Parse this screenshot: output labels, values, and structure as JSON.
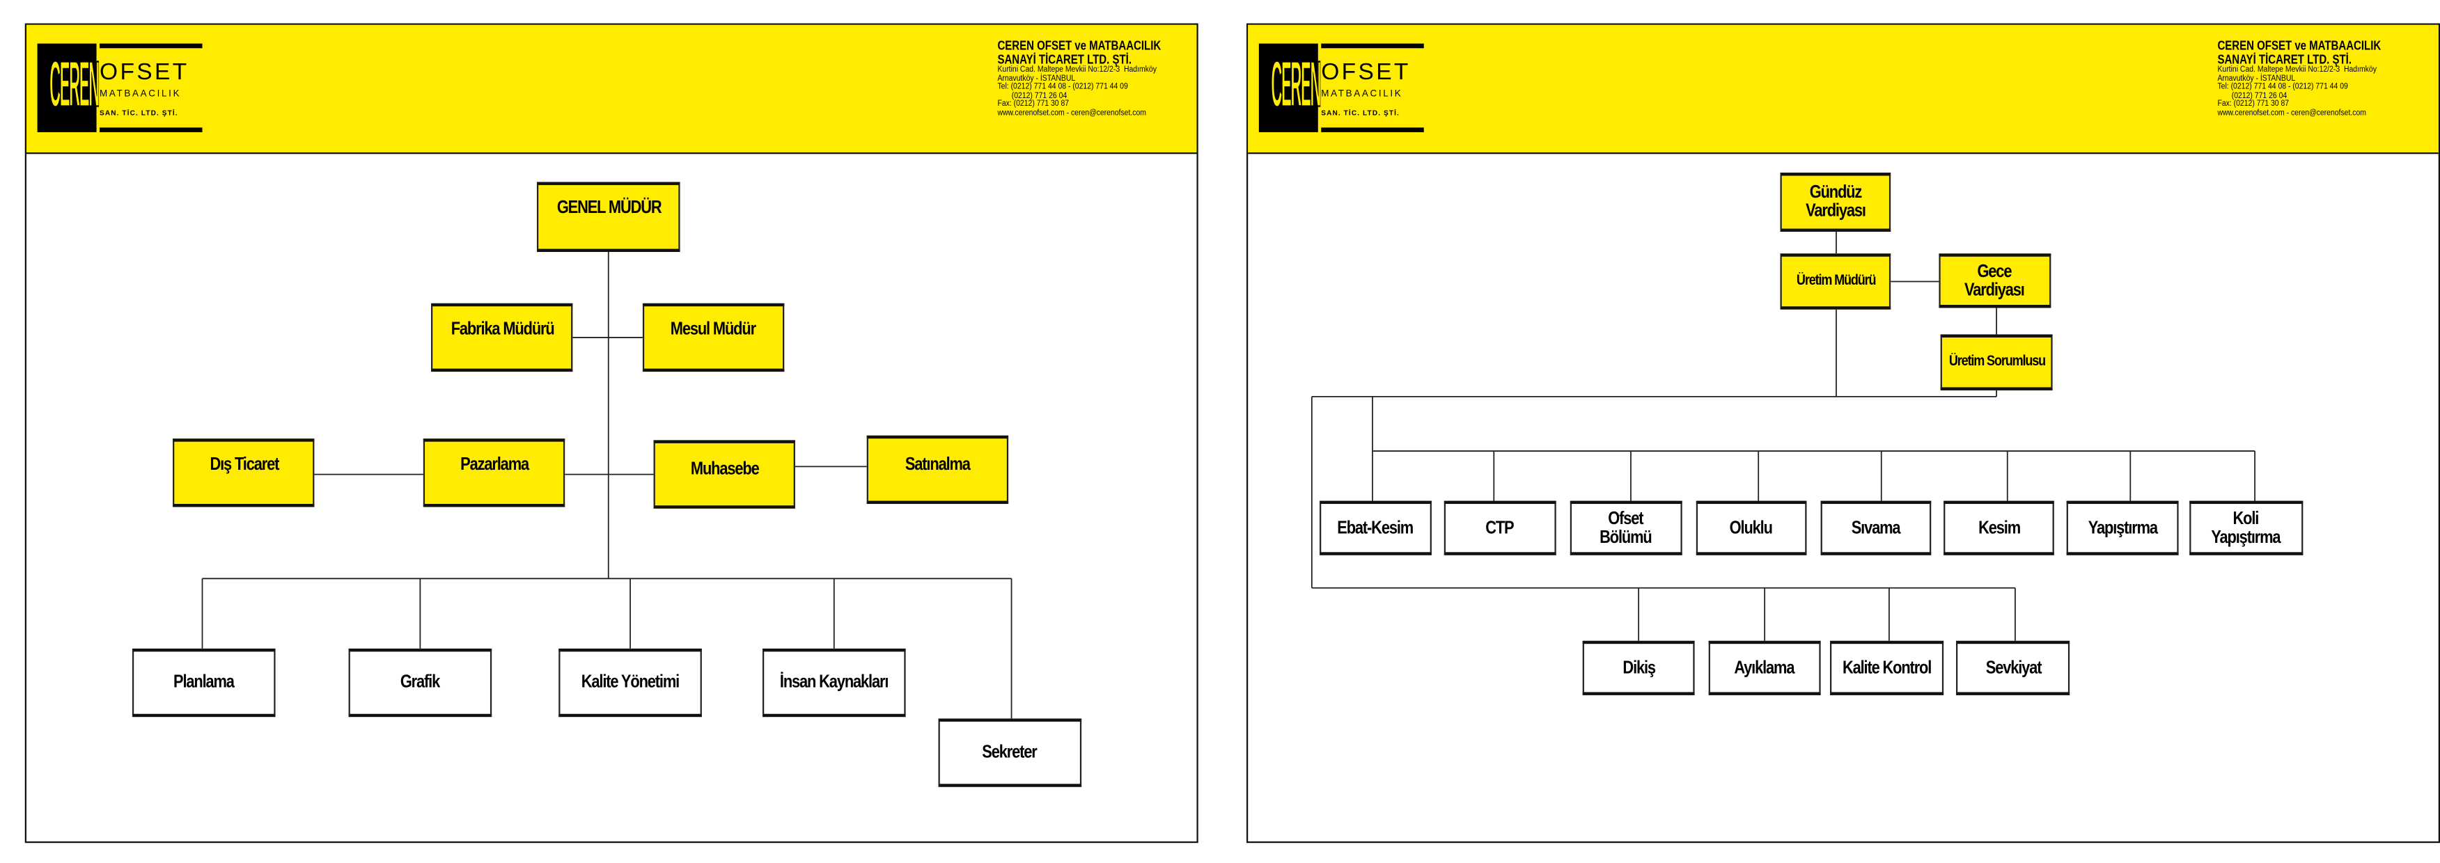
{
  "company": {
    "logo_text": "CEREN",
    "logo_ofset": "OFSET",
    "logo_matbaacilik": "MATBAACILIK",
    "logo_san": "SAN. TİC. LTD. ŞTİ.",
    "name_line1": "CEREN OFSET ve MATBAACILIK",
    "name_line2": "SANAYİ TİCARET LTD. ŞTİ.",
    "address": "Kurtini Cad. Maltepe Mevkii No:12/2-3  Hadımköy\nArnavutköy - İSTANBUL\nTel: (0212) 771 44 08 - (0212) 771 44 09\n       (0212) 771 26 04\nFax: (0212) 771 30 87\nwww.cerenofset.com - ceren@cerenofset.com"
  },
  "colors": {
    "brand_yellow": "#ffec00",
    "line": "#222222"
  },
  "chart_left": {
    "genel_mudur": "GENEL MÜDÜR",
    "fabrika_muduru": "Fabrika Müdürü",
    "mesul_mudur": "Mesul Müdür",
    "dis_ticaret": "Dış Ticaret",
    "pazarlama": "Pazarlama",
    "muhasebe": "Muhasebe",
    "satinalma": "Satınalma",
    "departments": [
      "Planlama",
      "Grafik",
      "Kalite Yönetimi",
      "İnsan Kaynakları",
      "Sekreter"
    ]
  },
  "chart_right": {
    "gunduz_vardiyasi": "Gündüz\nVardiyası",
    "uretim_muduru": "Üretim Müdürü",
    "gece_vardiyasi": "Gece\nVardiyası",
    "uretim_sorumlusu": "Üretim Sorumlusu",
    "units_row1": [
      "Ebat-Kesim",
      "CTP",
      "Ofset\nBölümü",
      "Oluklu",
      "Sıvama",
      "Kesim",
      "Yapıştırma",
      "Koli\nYapıştırma"
    ],
    "units_row2": [
      "Dikiş",
      "Ayıklama",
      "Kalite Kontrol",
      "Sevkiyat"
    ]
  }
}
